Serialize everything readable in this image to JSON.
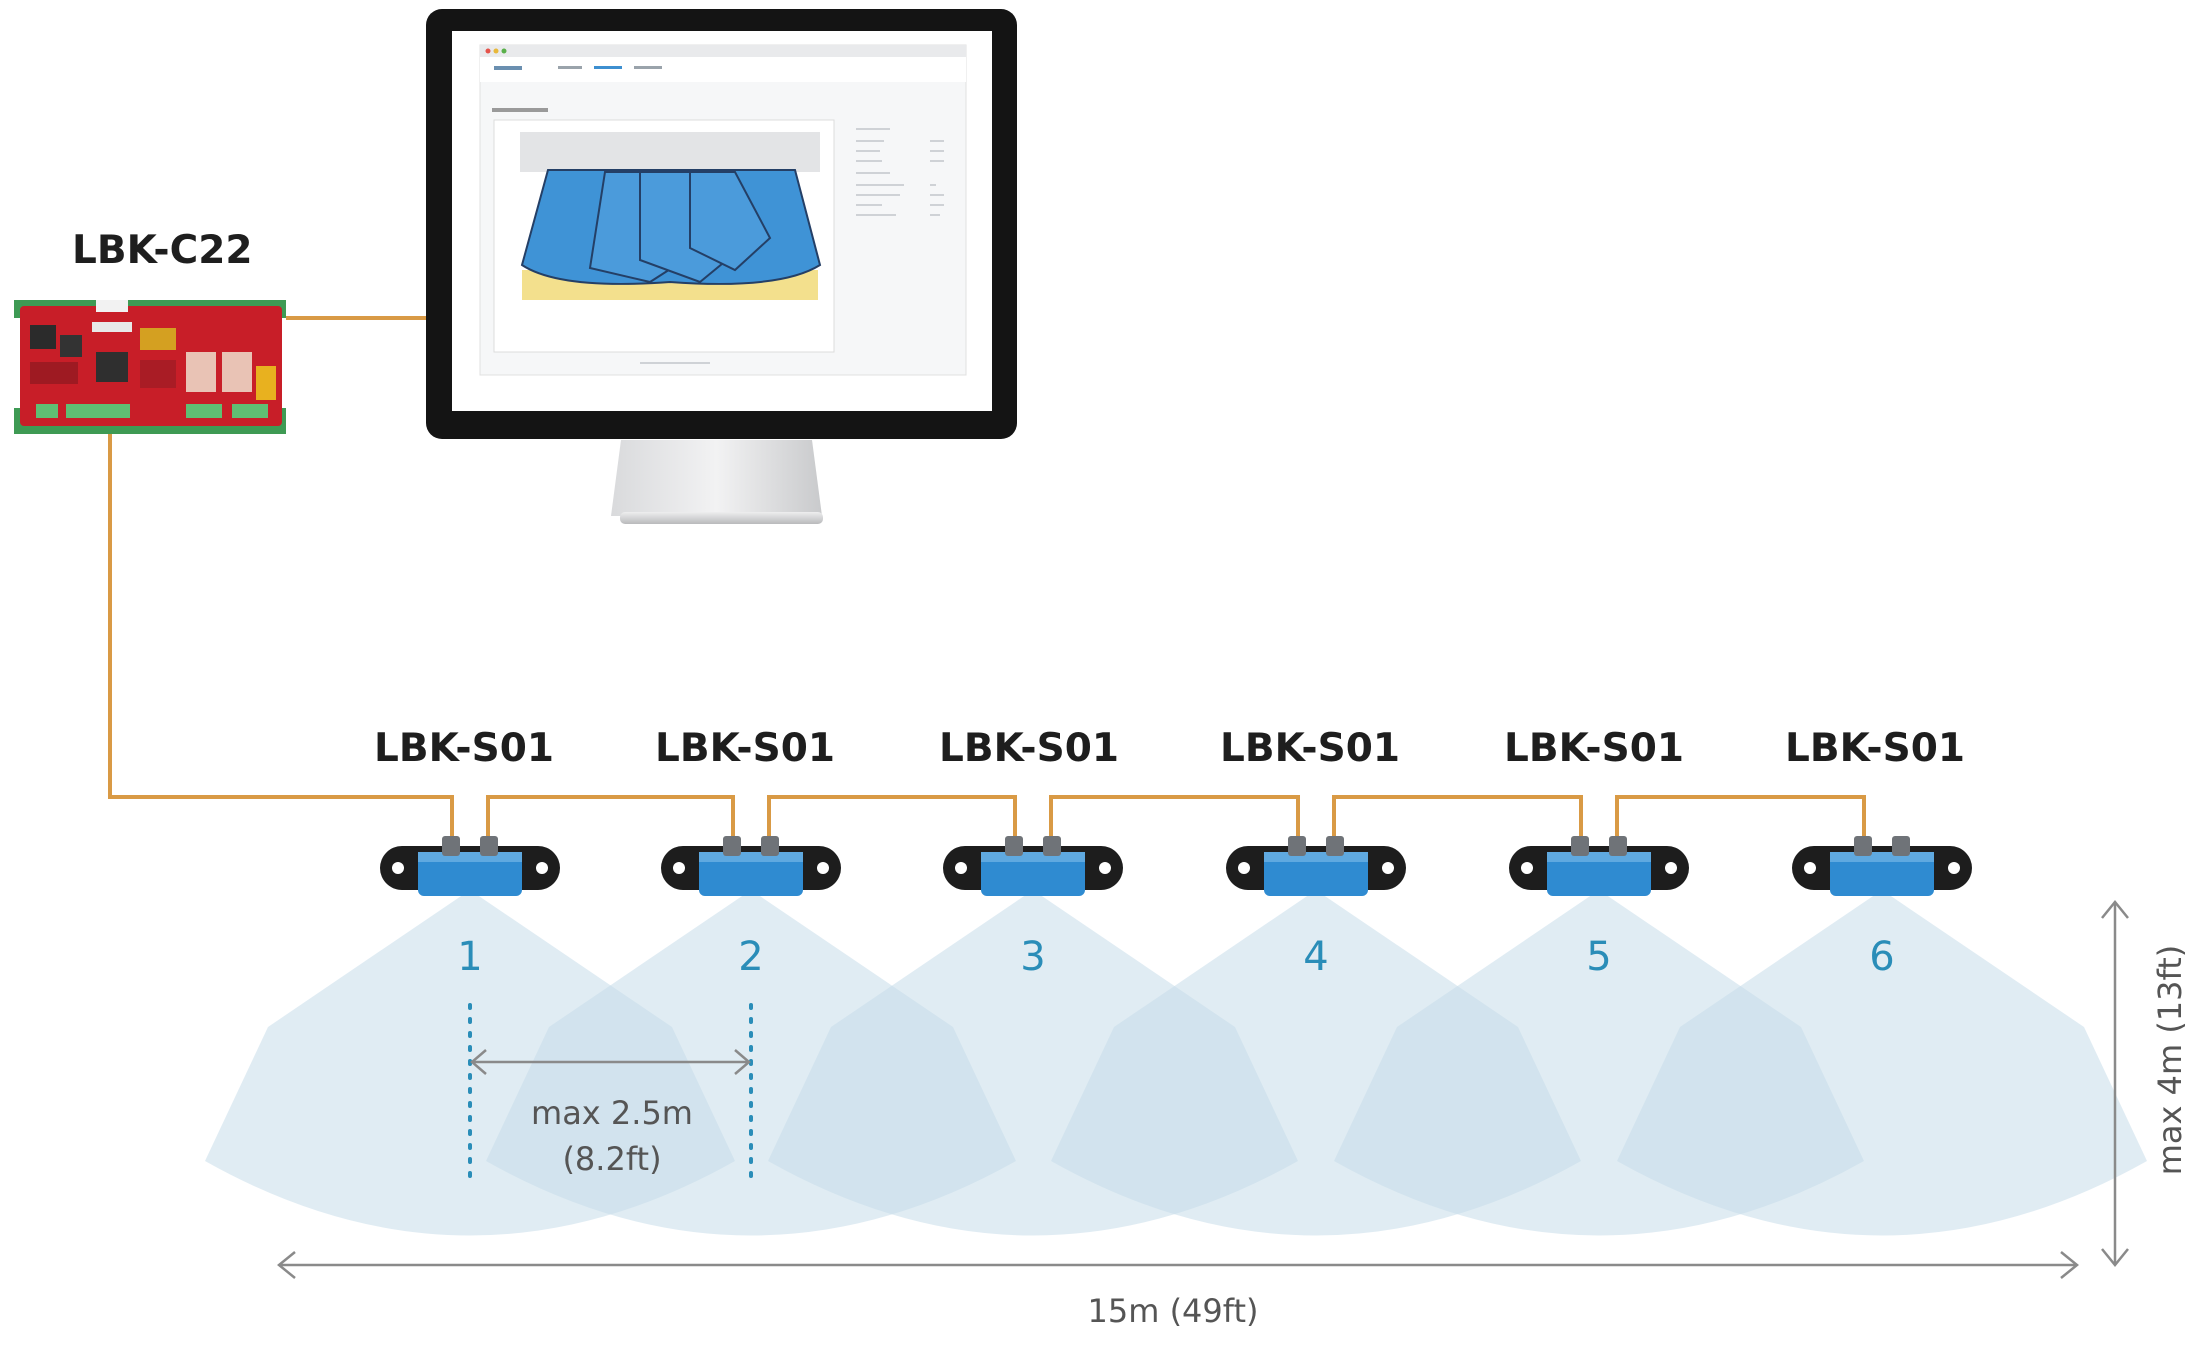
{
  "controller": {
    "label": "LBK-C22"
  },
  "sensors": [
    {
      "label": "LBK-S01",
      "number": "1"
    },
    {
      "label": "LBK-S01",
      "number": "2"
    },
    {
      "label": "LBK-S01",
      "number": "3"
    },
    {
      "label": "LBK-S01",
      "number": "4"
    },
    {
      "label": "LBK-S01",
      "number": "5"
    },
    {
      "label": "LBK-S01",
      "number": "6"
    }
  ],
  "dimensions": {
    "spacing_line1": "max 2.5m",
    "spacing_line2": "(8.2ft)",
    "total_width": "15m (49ft)",
    "max_height": "max 4m (13ft)"
  },
  "colors": {
    "cable": "#d99a45",
    "sensor_body": "#2f8bd1",
    "sensor_number": "#2a8db8",
    "detection_field": "#c7dde9",
    "screen_field": "#3f93d6",
    "board": "#c81e28"
  },
  "icons": {
    "computer": "monitor-icon",
    "controller": "circuit-board-icon",
    "sensor": "radar-sensor-icon"
  }
}
